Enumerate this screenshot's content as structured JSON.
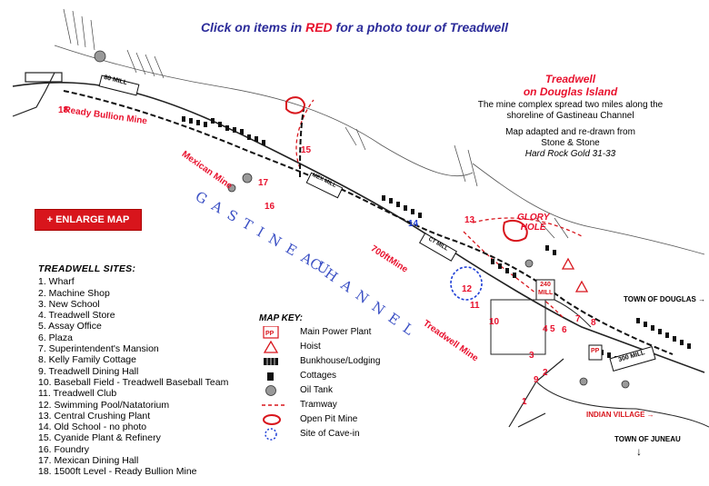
{
  "header": {
    "prefix": "Click on items in ",
    "highlight": "RED",
    "suffix": " for a photo tour of Treadwell"
  },
  "title": {
    "line1": "Treadwell",
    "line2": "on Douglas Island",
    "desc": "The mine complex spread two miles along the shoreline of Gastineau Channel",
    "credit1": "Map adapted and re-drawn from",
    "credit2": "Stone & Stone",
    "credit3": "Hard Rock Gold 31-33"
  },
  "enlarge_label": "+ ENLARGE MAP",
  "sites": {
    "heading": "TREADWELL SITES:",
    "items": [
      "1.  Wharf",
      "2.  Machine Shop",
      "3.  New School",
      "4.  Treadwell Store",
      "5.  Assay Office",
      "6.  Plaza",
      "7.  Superintendent's Mansion",
      "8.  Kelly Family Cottage",
      "9.  Treadwell Dining Hall",
      "10.  Baseball Field - Treadwell Baseball Team",
      "11.  Treadwell Club",
      "12.  Swimming Pool/Natatorium",
      "13.  Central Crushing Plant",
      "14.  Old School - no photo",
      "15.  Cyanide Plant & Refinery",
      "16.  Foundry",
      "17.  Mexican Dining Hall",
      "18.  1500ft Level - Ready Bullion Mine"
    ]
  },
  "key": {
    "heading": "MAP KEY:",
    "items": [
      {
        "icon": "power-plant-icon",
        "label": "Main Power Plant",
        "symbol": "PP"
      },
      {
        "icon": "hoist-icon",
        "label": "Hoist"
      },
      {
        "icon": "bunkhouse-icon",
        "label": "Bunkhouse/Lodging"
      },
      {
        "icon": "cottage-icon",
        "label": "Cottages"
      },
      {
        "icon": "oil-tank-icon",
        "label": "Oil Tank"
      },
      {
        "icon": "tramway-icon",
        "label": "Tramway"
      },
      {
        "icon": "open-pit-icon",
        "label": "Open Pit Mine"
      },
      {
        "icon": "cave-in-icon",
        "label": "Site of Cave-in"
      }
    ]
  },
  "labels": {
    "ready_bullion": "Ready Bullion Mine",
    "mexican": "Mexican Mine",
    "ft700": "700ftMine",
    "treadwell": "Treadwell Mine",
    "glory1": "GLORY",
    "glory2": "HOLE",
    "channel1": "G A S T I N E A U",
    "channel2": "C H A N N E L",
    "town_douglas": "TOWN OF DOUGLAS →",
    "indian_village": "INDIAN VILLAGE →",
    "town_juneau": "TOWN OF JUNEAU",
    "juneau_arrow": "↓",
    "mill_80": "80 MILL",
    "mill_mex": "MEX MILL",
    "mill_300": "300 MILL",
    "mill_240a": "240",
    "mill_240b": "MILL",
    "mill_ctp": "CT MILL",
    "pp": "PP"
  },
  "numbers": {
    "n1": "1",
    "n2": "2",
    "n3": "3",
    "n4": "4",
    "n5": "5",
    "n6": "6",
    "n7": "7",
    "n8": "8",
    "n9": "9",
    "n10": "10",
    "n11": "11",
    "n12": "12",
    "n13": "13",
    "n14": "14",
    "n15": "15",
    "n16": "16",
    "n17": "17",
    "n18": "18"
  },
  "colors": {
    "accent_red": "#e8112d",
    "heading_blue": "#2c2c9a",
    "channel_blue": "#3a4fc4",
    "site_blue": "#1f3fd6"
  }
}
